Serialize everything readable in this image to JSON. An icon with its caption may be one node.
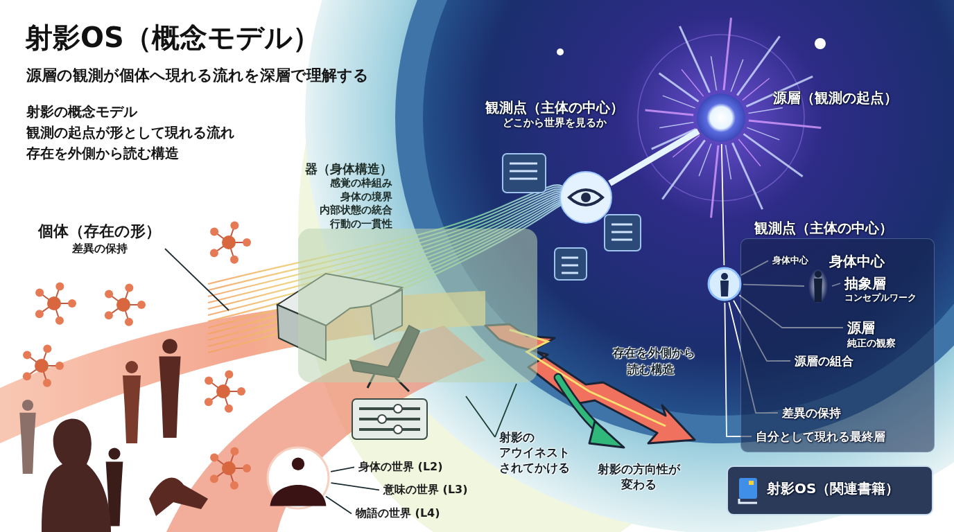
{
  "diagram": {
    "title": "射影OS（概念モデル）",
    "nodes": [
      {
        "text": [
          "観測点（主体の中心）",
          "どこから世界を見るか"
        ]
      },
      {
        "text": [],
        "shape": "circle"
      },
      {
        "text": [],
        "shape": "circle",
        "beside": [
          "源層（観測の起点）"
        ]
      },
      {
        "text": [
          "観測点（主体の中心）"
        ]
      },
      {
        "text": [],
        "shape": "circle"
      },
      {
        "text": [
          "身体中心"
        ],
        "in": 3
      },
      {
        "text": [
          "身体中心"
        ],
        "in": 3
      },
      {
        "text": [],
        "shape": "person",
        "in": 3
      },
      {
        "text": [
          "抽象層",
          "コンセプルワーク"
        ],
        "in": 3
      },
      {
        "text": [
          "源層",
          "純正の観察"
        ],
        "in": 3
      },
      {
        "text": [
          "源層の組合"
        ],
        "in": 3
      },
      {
        "text": [
          "差異の保持"
        ],
        "in": 3
      },
      {
        "text": [
          "自分として現れる最終層"
        ],
        "in": 3
      },
      {
        "text": [
          "器（身体構造）",
          "感覚の枠組み",
          "身体の境界",
          "内部状態の統合",
          "行動の一貫性"
        ]
      },
      {
        "text": [
          "個体（存在の形）",
          "差異の保持"
        ]
      },
      {
        "text": [],
        "shape": "circle"
      },
      {
        "text": [
          "身体の世界 (L2)"
        ]
      },
      {
        "text": [
          "意味の世界 (L3)"
        ]
      },
      {
        "text": [
          "物語の世界 (L4)"
        ]
      },
      {
        "text": [
          "射影の",
          "アウイネスト",
          "されてかける"
        ]
      },
      {
        "text": [
          "射影の方向性が",
          "変わる"
        ]
      },
      {
        "text": [
          "射影OS（関連書籍）"
        ]
      },
      {
        "text": [],
        "shape": "box"
      }
    ],
    "edges": [
      {
        "from": 2,
        "to": 4,
        "arrow": "none"
      },
      {
        "from": 4,
        "to": 5,
        "arrow": "none"
      },
      {
        "from": 4,
        "to": 7,
        "arrow": "none"
      },
      {
        "from": 7,
        "to": 8,
        "arrow": "none"
      },
      {
        "from": 4,
        "to": 9,
        "arrow": "none"
      },
      {
        "from": 4,
        "to": 10,
        "arrow": "none"
      },
      {
        "from": 4,
        "to": 11,
        "arrow": "none"
      },
      {
        "from": 4,
        "to": 12,
        "arrow": "none"
      },
      {
        "from": 14,
        "to": null,
        "arrow": "none",
        "color": "#1a2a30"
      },
      {
        "from": 15,
        "to": 16,
        "arrow": "none",
        "color": "#1a2a30"
      },
      {
        "from": 15,
        "to": 17,
        "arrow": "none",
        "color": "#1a2a30"
      },
      {
        "from": 15,
        "to": 18,
        "arrow": "none",
        "color": "#1a2a30"
      },
      {
        "from": 19,
        "to": null,
        "arrow": "none",
        "color": "#1a3a30"
      },
      {
        "from": 19,
        "to": 22,
        "arrow": "none",
        "color": "#1a3a30"
      },
      {
        "from": 2,
        "to": 1,
        "arrow": "none",
        "style": "thick",
        "color": "#e6f4ff"
      }
    ],
    "labels": [
      "源層の観測が個体へ現れる流れを深層で理解する",
      "射影の概念モデル",
      "観測の起点が形として現れる流れ",
      "存在を外側から読む構造",
      "存在を外側から",
      "読む構造"
    ]
  }
}
